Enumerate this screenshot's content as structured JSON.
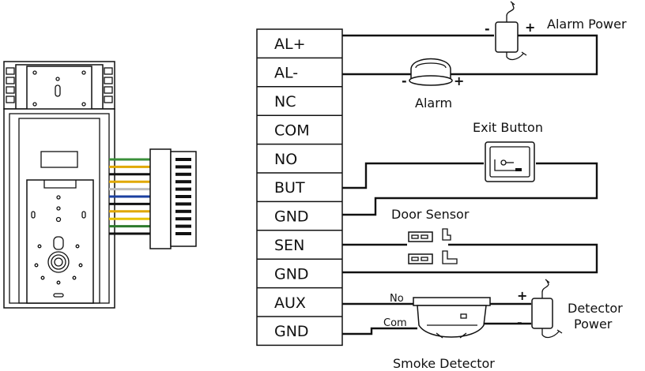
{
  "terminals": [
    {
      "label": "AL+"
    },
    {
      "label": "AL-"
    },
    {
      "label": "NC"
    },
    {
      "label": "COM"
    },
    {
      "label": "NO"
    },
    {
      "label": "BUT"
    },
    {
      "label": "GND"
    },
    {
      "label": "SEN"
    },
    {
      "label": "GND"
    },
    {
      "label": "AUX"
    },
    {
      "label": "GND"
    }
  ],
  "labels": {
    "alarm_power": "Alarm Power",
    "alarm": "Alarm",
    "exit_button": "Exit Button",
    "door_sensor": "Door Sensor",
    "smoke_detector": "Smoke Detector",
    "detector_power_1": "Detector",
    "detector_power_2": "Power",
    "no": "No",
    "com": "Com"
  },
  "signs": {
    "alarm_power_minus": "-",
    "alarm_power_plus": "+",
    "alarm_minus": "-",
    "alarm_plus": "+",
    "detector_plus": "+",
    "detector_minus": "-"
  },
  "cable_colors": [
    "#3a8f3a",
    "#e0a800",
    "#111111",
    "#e0a800",
    "#bbbbbb",
    "#1a3fa0",
    "#111111",
    "#e0a800",
    "#e8c200",
    "#2c7a2c",
    "#111111"
  ]
}
